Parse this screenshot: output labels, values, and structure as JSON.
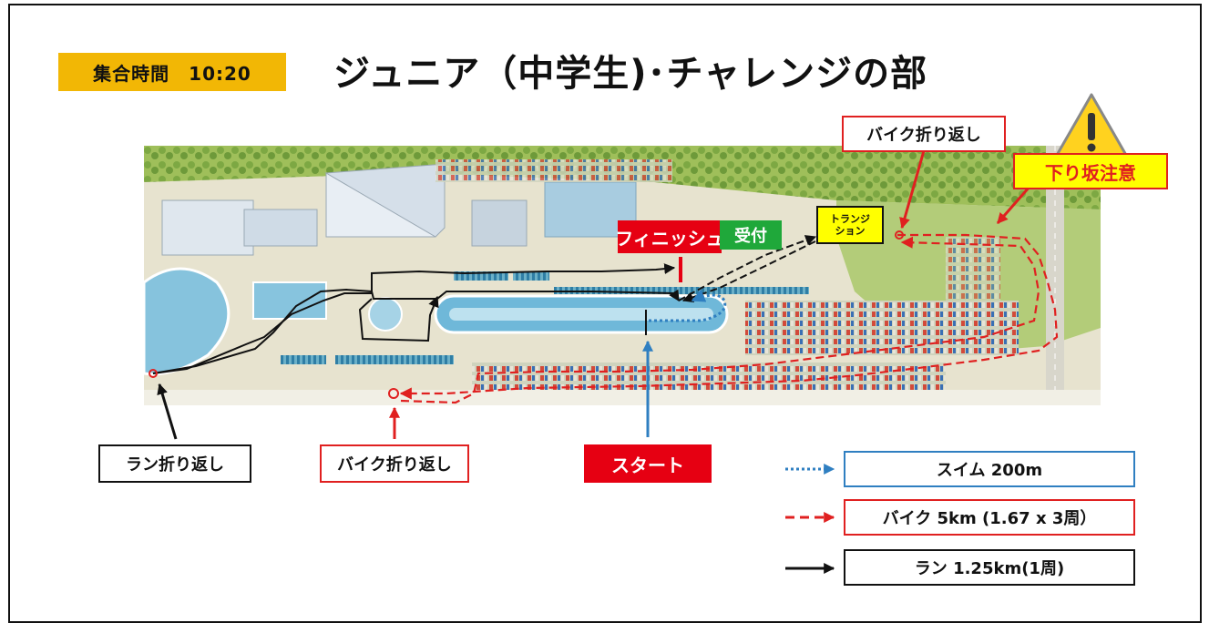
{
  "header": {
    "meeting_time": "集合時間　10:20",
    "title": "ジュニア（中学生)･チャレンジの部"
  },
  "map_labels": {
    "finish": "フィニッシュ",
    "reception": "受付",
    "transition": "トランジ\nション",
    "bike_turn_top": "バイク折り返し",
    "downhill_caution": "下り坂注意",
    "run_turn": "ラン折り返し",
    "bike_turn_bottom": "バイク折り返し",
    "start": "スタート"
  },
  "legend": {
    "swim": "スイム 200m",
    "bike": "バイク 5km (1.67 x 3周）",
    "run": "ラン 1.25km(1周)"
  },
  "colors": {
    "badge": "#f2b705",
    "swim_route": "#2f7fc1",
    "bike_route": "#e02020",
    "run_route": "#111111",
    "finish_bg": "#e60012",
    "reception_bg": "#1fa83a",
    "caution_bg": "#ffff00"
  },
  "icons": {
    "caution": "warning-triangle-icon"
  }
}
